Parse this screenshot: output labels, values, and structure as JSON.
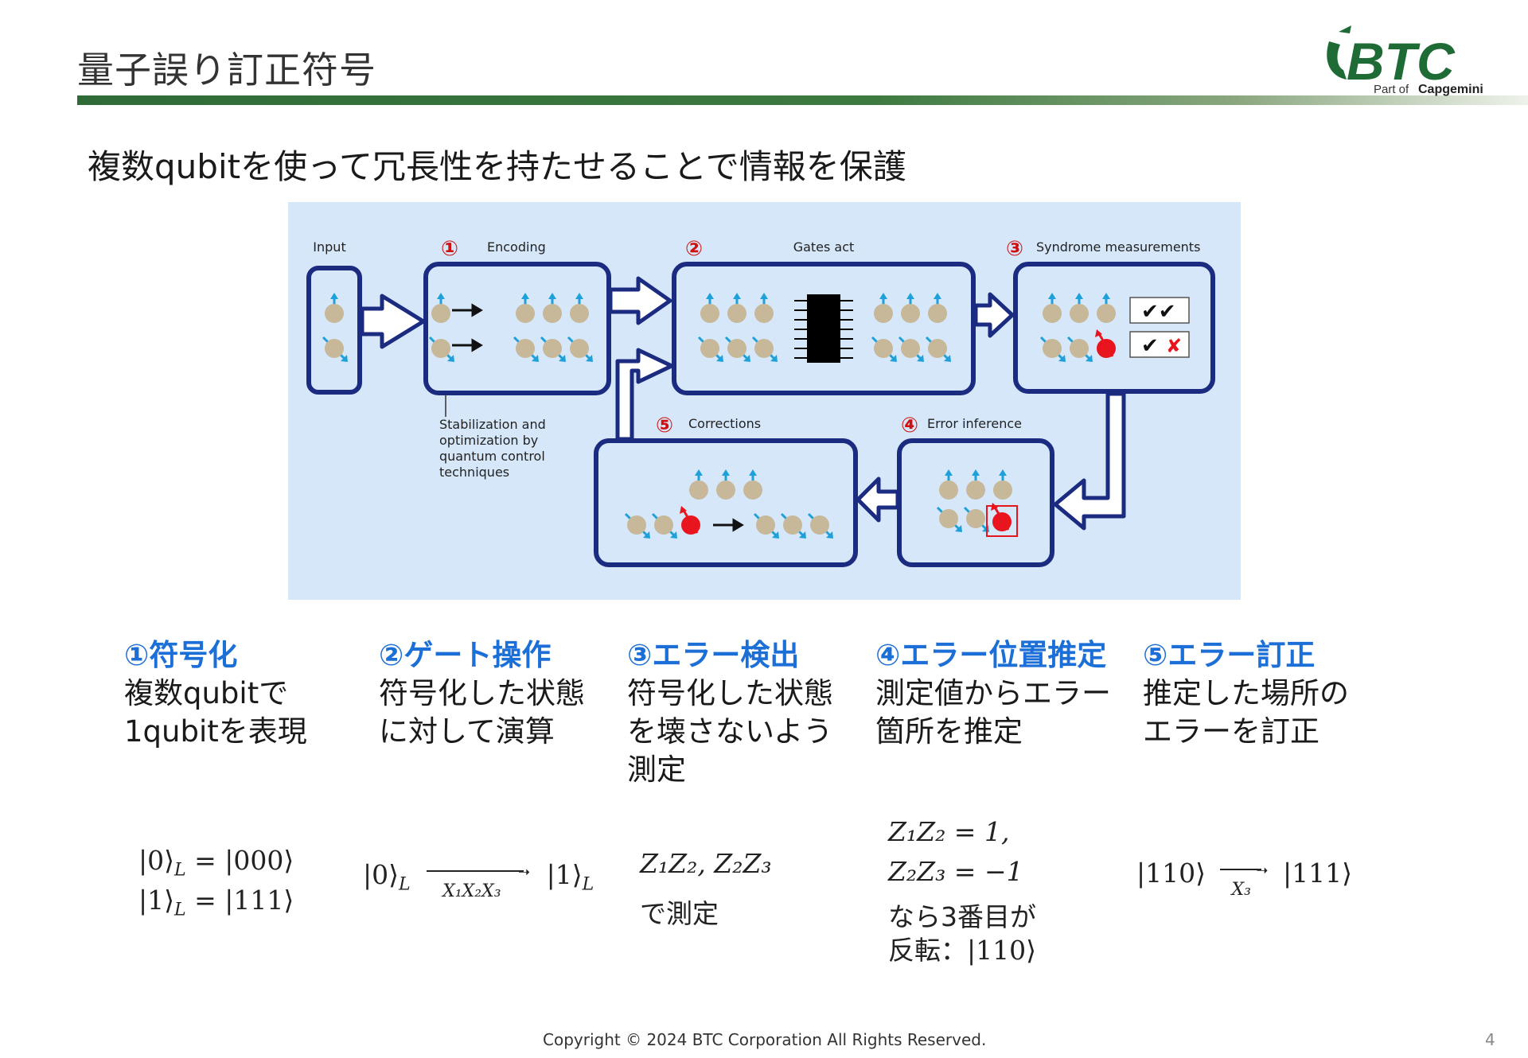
{
  "slide": {
    "title": "量子誤り訂正符号",
    "subtitle": "複数qubitを使って冗長性を持たせることで情報を保護",
    "logo": {
      "brand": "BTC",
      "tagline_prefix": "Part of",
      "tagline_company": "Capgemini",
      "color": "#1f6b35"
    },
    "footer": "Copyright © 2024 BTC Corporation All Rights Reserved.",
    "page_number": "4"
  },
  "diagram": {
    "labels": {
      "input": "Input",
      "encoding": "Encoding",
      "gates": "Gates act",
      "syndrome": "Syndrome measurements",
      "corrections": "Corrections",
      "error_inference": "Error inference",
      "note": [
        "Stabilization and",
        "optimization by",
        "quantum control",
        "techniques"
      ]
    },
    "step_numbers": [
      "①",
      "②",
      "③",
      "④",
      "⑤"
    ],
    "colors": {
      "frame": "#1a2b80",
      "qubit": "#c8b89a",
      "spin": "#1ea0d8",
      "error": "#e8141e",
      "background": "#d6e7fa"
    }
  },
  "steps": [
    {
      "head": "①符号化",
      "body": [
        "複数qubitで",
        "1qubitを表現"
      ]
    },
    {
      "head": "②ゲート操作",
      "body": [
        "符号化した状態",
        "に対して演算"
      ]
    },
    {
      "head": "③エラー検出",
      "body": [
        "符号化した状態",
        "を壊さないよう",
        "測定"
      ]
    },
    {
      "head": "④エラー位置推定",
      "body": [
        "測定値からエラー",
        "箇所を推定"
      ]
    },
    {
      "head": "⑤エラー訂正",
      "body": [
        "推定した場所の",
        "エラーを訂正"
      ]
    }
  ],
  "formulas": {
    "f1": {
      "l1a": "|0⟩",
      "l1sub": "L",
      "l1b": " = |000⟩",
      "l2a": "|1⟩",
      "l2sub": "L",
      "l2b": " = |111⟩"
    },
    "f2": {
      "left": "|0⟩",
      "leftsub": "L",
      "arrow_label": "X₁X₂X₃",
      "right": "|1⟩",
      "rightsub": "L"
    },
    "f3": {
      "expr": "Z₁Z₂, Z₂Z₃",
      "text": "で測定"
    },
    "f4": {
      "l1": "Z₁Z₂ = 1,",
      "l2": "Z₂Z₃ = −1",
      "l3": "なら3番目が",
      "l4a": "反転：",
      "l4b": "|110⟩"
    },
    "f5": {
      "left": "|110⟩",
      "arrow_label": "X₃",
      "right": "|111⟩"
    }
  }
}
